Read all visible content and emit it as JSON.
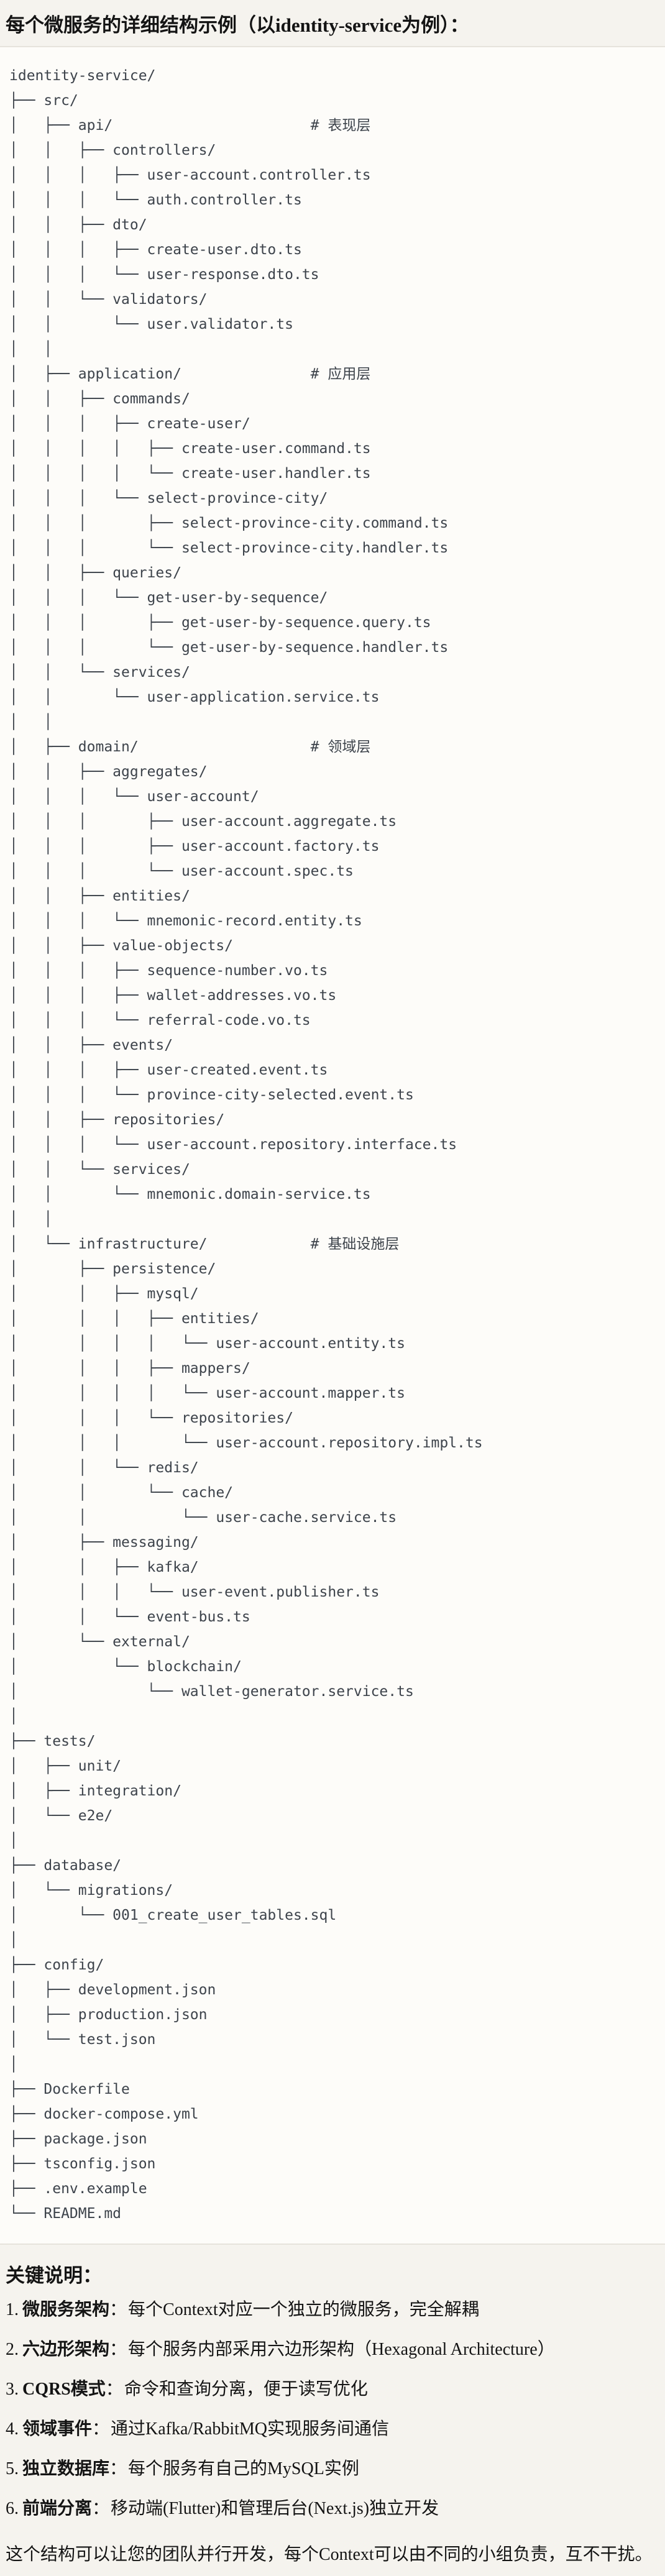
{
  "title": "每个微服务的详细结构示例（以identity-service为例）：",
  "code_block": {
    "language": "plaintext-tree",
    "tree_lines": [
      "identity-service/",
      "├── src/",
      "│   ├── api/                       # 表现层",
      "│   │   ├── controllers/",
      "│   │   │   ├── user-account.controller.ts",
      "│   │   │   └── auth.controller.ts",
      "│   │   ├── dto/",
      "│   │   │   ├── create-user.dto.ts",
      "│   │   │   └── user-response.dto.ts",
      "│   │   └── validators/",
      "│   │       └── user.validator.ts",
      "│   │",
      "│   ├── application/               # 应用层",
      "│   │   ├── commands/",
      "│   │   │   ├── create-user/",
      "│   │   │   │   ├── create-user.command.ts",
      "│   │   │   │   └── create-user.handler.ts",
      "│   │   │   └── select-province-city/",
      "│   │   │       ├── select-province-city.command.ts",
      "│   │   │       └── select-province-city.handler.ts",
      "│   │   ├── queries/",
      "│   │   │   └── get-user-by-sequence/",
      "│   │   │       ├── get-user-by-sequence.query.ts",
      "│   │   │       └── get-user-by-sequence.handler.ts",
      "│   │   └── services/",
      "│   │       └── user-application.service.ts",
      "│   │",
      "│   ├── domain/                    # 领域层",
      "│   │   ├── aggregates/",
      "│   │   │   └── user-account/",
      "│   │   │       ├── user-account.aggregate.ts",
      "│   │   │       ├── user-account.factory.ts",
      "│   │   │       └── user-account.spec.ts",
      "│   │   ├── entities/",
      "│   │   │   └── mnemonic-record.entity.ts",
      "│   │   ├── value-objects/",
      "│   │   │   ├── sequence-number.vo.ts",
      "│   │   │   ├── wallet-addresses.vo.ts",
      "│   │   │   └── referral-code.vo.ts",
      "│   │   ├── events/",
      "│   │   │   ├── user-created.event.ts",
      "│   │   │   └── province-city-selected.event.ts",
      "│   │   ├── repositories/",
      "│   │   │   └── user-account.repository.interface.ts",
      "│   │   └── services/",
      "│   │       └── mnemonic.domain-service.ts",
      "│   │",
      "│   └── infrastructure/            # 基础设施层",
      "│       ├── persistence/",
      "│       │   ├── mysql/",
      "│       │   │   ├── entities/",
      "│       │   │   │   └── user-account.entity.ts",
      "│       │   │   ├── mappers/",
      "│       │   │   │   └── user-account.mapper.ts",
      "│       │   │   └── repositories/",
      "│       │   │       └── user-account.repository.impl.ts",
      "│       │   └── redis/",
      "│       │       └── cache/",
      "│       │           └── user-cache.service.ts",
      "│       ├── messaging/",
      "│       │   ├── kafka/",
      "│       │   │   └── user-event.publisher.ts",
      "│       │   └── event-bus.ts",
      "│       └── external/",
      "│           └── blockchain/",
      "│               └── wallet-generator.service.ts",
      "│",
      "├── tests/",
      "│   ├── unit/",
      "│   ├── integration/",
      "│   └── e2e/",
      "│",
      "├── database/",
      "│   └── migrations/",
      "│       └── 001_create_user_tables.sql",
      "│",
      "├── config/",
      "│   ├── development.json",
      "│   ├── production.json",
      "│   └── test.json",
      "│",
      "├── Dockerfile",
      "├── docker-compose.yml",
      "├── package.json",
      "├── tsconfig.json",
      "├── .env.example",
      "└── README.md"
    ]
  },
  "notes": {
    "heading": "关键说明：",
    "items": [
      {
        "num": "1.",
        "term": "微服务架构",
        "colon": "：",
        "desc": "每个Context对应一个独立的微服务，完全解耦"
      },
      {
        "num": "2.",
        "term": "六边形架构",
        "colon": "：",
        "desc": "每个服务内部采用六边形架构（Hexagonal Architecture）"
      },
      {
        "num": "3.",
        "term": "CQRS模式",
        "colon": "：",
        "desc": "命令和查询分离，便于读写优化"
      },
      {
        "num": "4.",
        "term": "领域事件",
        "colon": "：",
        "desc": "通过Kafka/RabbitMQ实现服务间通信"
      },
      {
        "num": "5.",
        "term": "独立数据库",
        "colon": "：",
        "desc": "每个服务有自己的MySQL实例"
      },
      {
        "num": "6.",
        "term": "前端分离",
        "colon": "：",
        "desc": "移动端(Flutter)和管理后台(Next.js)独立开发"
      }
    ],
    "footer": "这个结构可以让您的团队并行开发，每个Context可以由不同的小组负责，互不干扰。"
  },
  "colors": {
    "page_bg": "#f5f3ee",
    "code_bg": "#fdfcf9",
    "code_border": "#e6e3dc",
    "code_text": "#3d434b",
    "body_text": "#141414"
  }
}
